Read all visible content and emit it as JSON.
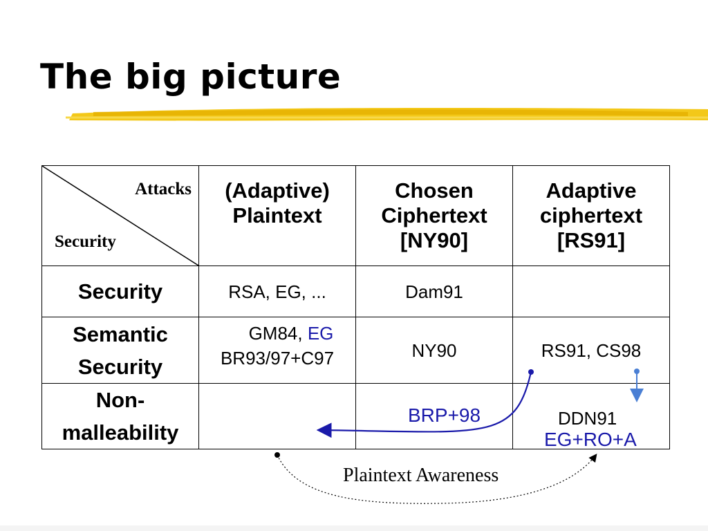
{
  "slide": {
    "title": "The big picture",
    "accent_color": "#f2c200"
  },
  "table": {
    "corner": {
      "top_label": "Attacks",
      "bottom_label": "Security"
    },
    "columns": [
      {
        "lines": [
          "(Adaptive)",
          "Plaintext"
        ]
      },
      {
        "lines": [
          "Chosen",
          "Ciphertext",
          "[NY90]"
        ]
      },
      {
        "lines": [
          "Adaptive",
          "ciphertext",
          "[RS91]"
        ]
      }
    ],
    "rows": [
      {
        "label_lines": [
          "Security"
        ],
        "cells": [
          "RSA, EG, ...",
          "Dam91",
          ""
        ]
      },
      {
        "label_lines": [
          "Semantic",
          "Security"
        ],
        "cells": [
          {
            "line1": "GM84, ",
            "line1_blue": "EG",
            "line2": "BR93/97+C97"
          },
          "NY90",
          "RS91, CS98"
        ]
      },
      {
        "label_lines": [
          "Non-",
          "malleability"
        ],
        "cells": [
          "",
          "",
          ""
        ]
      }
    ]
  },
  "annotations": {
    "brp": "BRP+98",
    "ddn": "DDN91",
    "egroa": "EG+RO+A",
    "plaintext_awareness": "Plaintext Awareness",
    "arrow_color": "#1a1aaa",
    "short_arrow_color": "#4a7fd4"
  }
}
